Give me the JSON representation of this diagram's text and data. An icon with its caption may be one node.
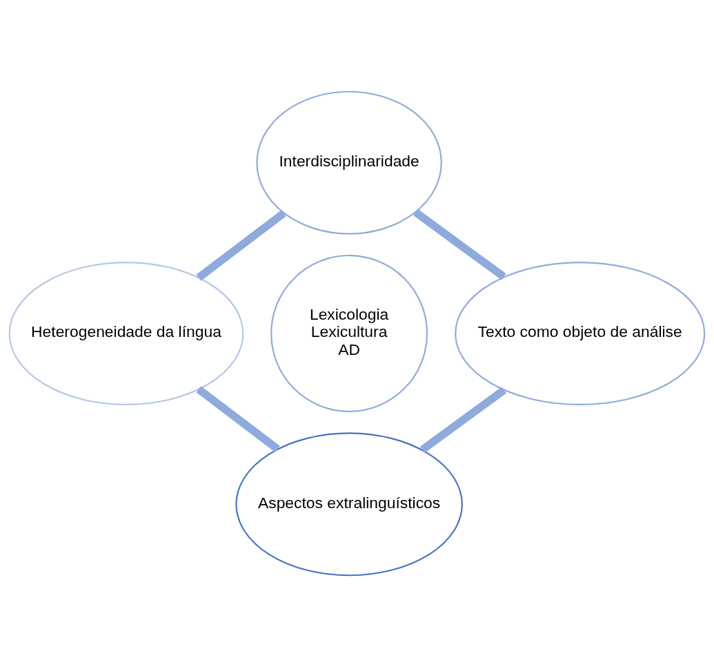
{
  "diagram": {
    "nodes": [
      {
        "text": [
          "Interdisciplinaridade"
        ]
      },
      {
        "text": [
          "Heterogeneidade da língua"
        ]
      },
      {
        "text": [
          "Lexicologia",
          "Lexicultura",
          "AD"
        ]
      },
      {
        "text": [
          "Texto como objeto de análise"
        ]
      },
      {
        "text": [
          "Aspectos extralinguísticos"
        ]
      }
    ],
    "edges": [
      {
        "from": 0,
        "to": 3,
        "arrow": "none"
      },
      {
        "from": 3,
        "to": 4,
        "arrow": "none"
      },
      {
        "from": 4,
        "to": 1,
        "arrow": "none"
      },
      {
        "from": 1,
        "to": 0,
        "arrow": "none"
      }
    ]
  }
}
